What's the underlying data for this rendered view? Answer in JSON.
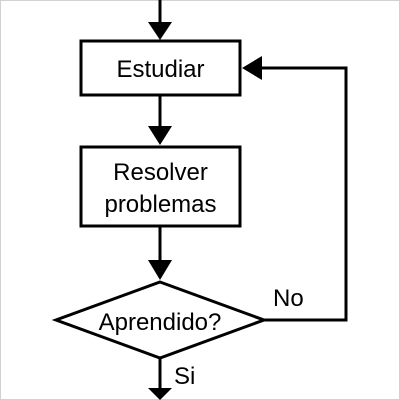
{
  "nodes": {
    "study": {
      "label": "Estudiar"
    },
    "solve": {
      "label_line1": "Resolver",
      "label_line2": "problemas"
    },
    "decision": {
      "label": "Aprendido?"
    }
  },
  "edges": {
    "no_label": "No",
    "yes_label": "Si"
  }
}
